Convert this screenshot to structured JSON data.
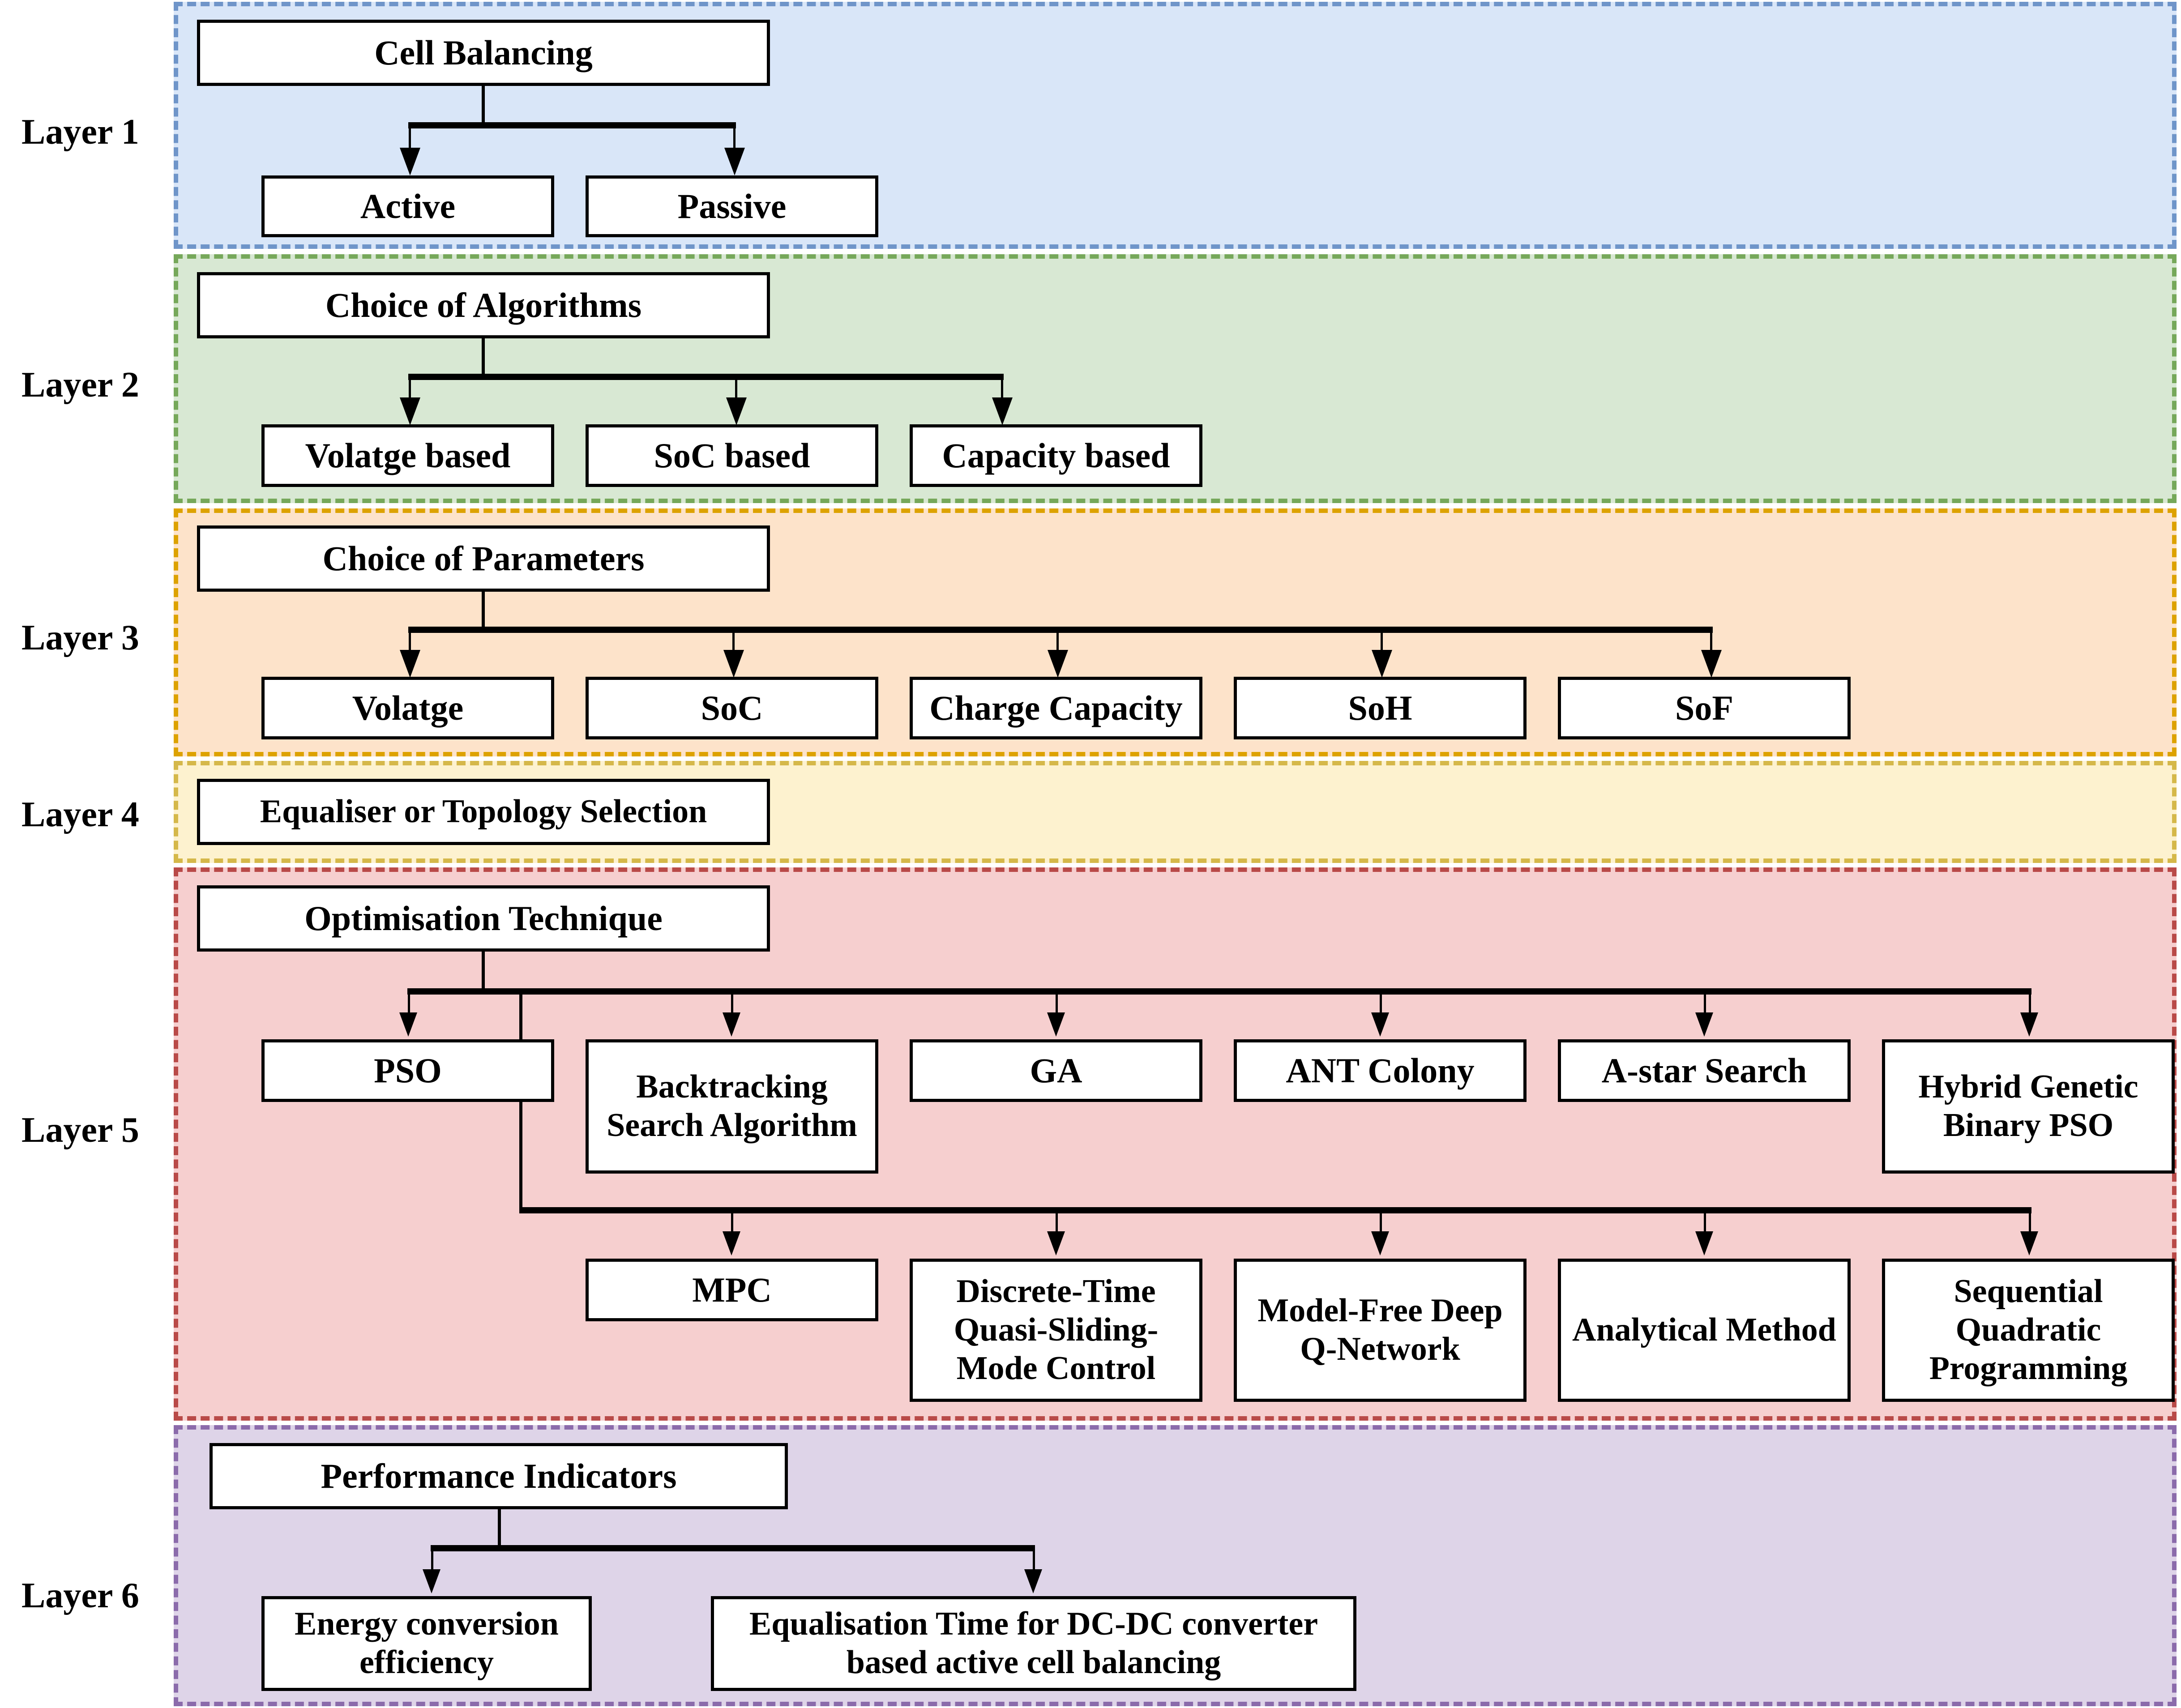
{
  "diagram": {
    "title": "Cell Balancing hierarchical layer diagram",
    "layers": [
      {
        "id": "layer1",
        "label": "Layer 1",
        "fill": "#d9e6f8",
        "stroke": "#6f95c9",
        "root": "Cell Balancing",
        "children": [
          "Active",
          "Passive"
        ]
      },
      {
        "id": "layer2",
        "label": "Layer 2",
        "fill": "#d8e8d3",
        "stroke": "#76a85a",
        "root": "Choice of Algorithms",
        "children": [
          "Volatge based",
          "SoC based",
          "Capacity based"
        ]
      },
      {
        "id": "layer3",
        "label": "Layer 3",
        "fill": "#fde3ca",
        "stroke": "#dda200",
        "root": "Choice of Parameters",
        "children": [
          "Volatge",
          "SoC",
          "Charge Capacity",
          "SoH",
          "SoF"
        ]
      },
      {
        "id": "layer4",
        "label": "Layer 4",
        "fill": "#fdf2cf",
        "stroke": "#d5b84a",
        "root": "Equaliser or Topology Selection",
        "children": []
      },
      {
        "id": "layer5",
        "label": "Layer 5",
        "fill": "#f6cfcf",
        "stroke": "#b94a48",
        "root": "Optimisation Technique",
        "children_row1": [
          "PSO",
          "Backtracking Search Algorithm",
          "GA",
          "ANT Colony",
          "A-star Search",
          "Hybrid Genetic Binary PSO"
        ],
        "children_row2": [
          "MPC",
          "Discrete-Time Quasi-Sliding-Mode Control",
          "Model-Free Deep Q-Network",
          "Analytical Method",
          "Sequential Quadratic Programming"
        ]
      },
      {
        "id": "layer6",
        "label": "Layer 6",
        "fill": "#ded4e8",
        "stroke": "#8b6bab",
        "root": "Performance Indicators",
        "children": [
          "Energy conversion efficiency",
          "Equalisation Time for DC-DC converter based active cell balancing"
        ]
      }
    ]
  }
}
